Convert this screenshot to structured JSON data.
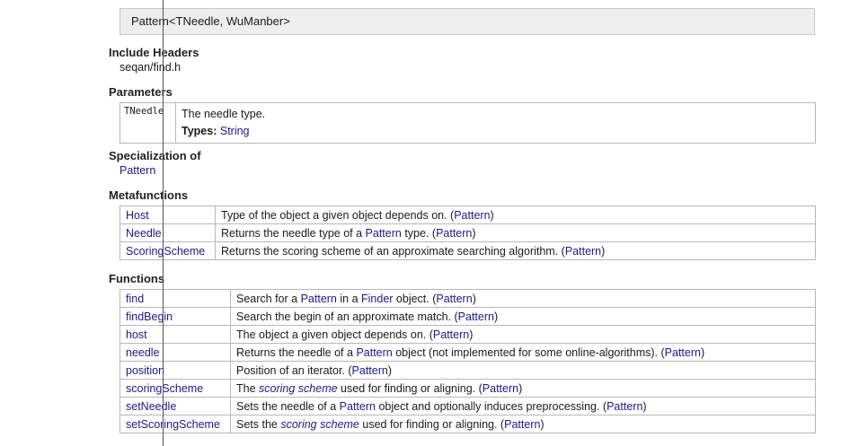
{
  "signature": "Pattern<TNeedle, WuManber>",
  "include_headers": {
    "title": "Include Headers",
    "file": "seqan/find.h"
  },
  "parameters": {
    "title": "Parameters",
    "rows": [
      {
        "name": "TNeedle",
        "description": "The needle type.",
        "types_label": "Types:",
        "types_value": "String"
      }
    ]
  },
  "specialization": {
    "title": "Specialization of",
    "link": "Pattern"
  },
  "metafunctions": {
    "title": "Metafunctions",
    "rows": [
      {
        "name": "Host",
        "pre": "Type of the object a given object depends on. (",
        "link1": "Pattern",
        "post": ")"
      },
      {
        "name": "Needle",
        "pre": "Returns the needle type of a ",
        "link1": "Pattern",
        "mid": " type. (",
        "link2": "Pattern",
        "post": ")"
      },
      {
        "name": "ScoringScheme",
        "pre": "Returns the scoring scheme of an approximate searching algorithm. (",
        "link1": "Pattern",
        "post": ")"
      }
    ]
  },
  "functions": {
    "title": "Functions",
    "rows": [
      {
        "name": "find",
        "pre": "Search for a ",
        "link1": "Pattern",
        "mid": " in a ",
        "link2": "Finder",
        "mid2": " object. (",
        "link3": "Pattern",
        "post": ")"
      },
      {
        "name": "findBegin",
        "pre": "Search the begin of an approximate match. (",
        "link1": "Pattern",
        "post": ")"
      },
      {
        "name": "host",
        "pre": "The object a given object depends on. (",
        "link1": "Pattern",
        "post": ")"
      },
      {
        "name": "needle",
        "pre": "Returns the needle of a ",
        "link1": "Pattern",
        "mid": " object (not implemented for some online-algorithms). (",
        "link2": "Pattern",
        "post": ")"
      },
      {
        "name": "position",
        "pre": "Position of an iterator. (",
        "link1": "Pattern",
        "post": ")"
      },
      {
        "name": "scoringScheme",
        "pre": "The ",
        "em": "scoring scheme",
        "mid": " used for finding or aligning. (",
        "link1": "Pattern",
        "post": ")"
      },
      {
        "name": "setNeedle",
        "pre": "Sets the needle of a ",
        "link1": "Pattern",
        "mid": " object and optionally induces preprocessing. (",
        "link2": "Pattern",
        "post": ")"
      },
      {
        "name": "setScoringScheme",
        "pre": "Sets the ",
        "em": "scoring scheme",
        "mid": " used for finding or aligning. (",
        "link1": "Pattern",
        "post": ")"
      }
    ]
  }
}
